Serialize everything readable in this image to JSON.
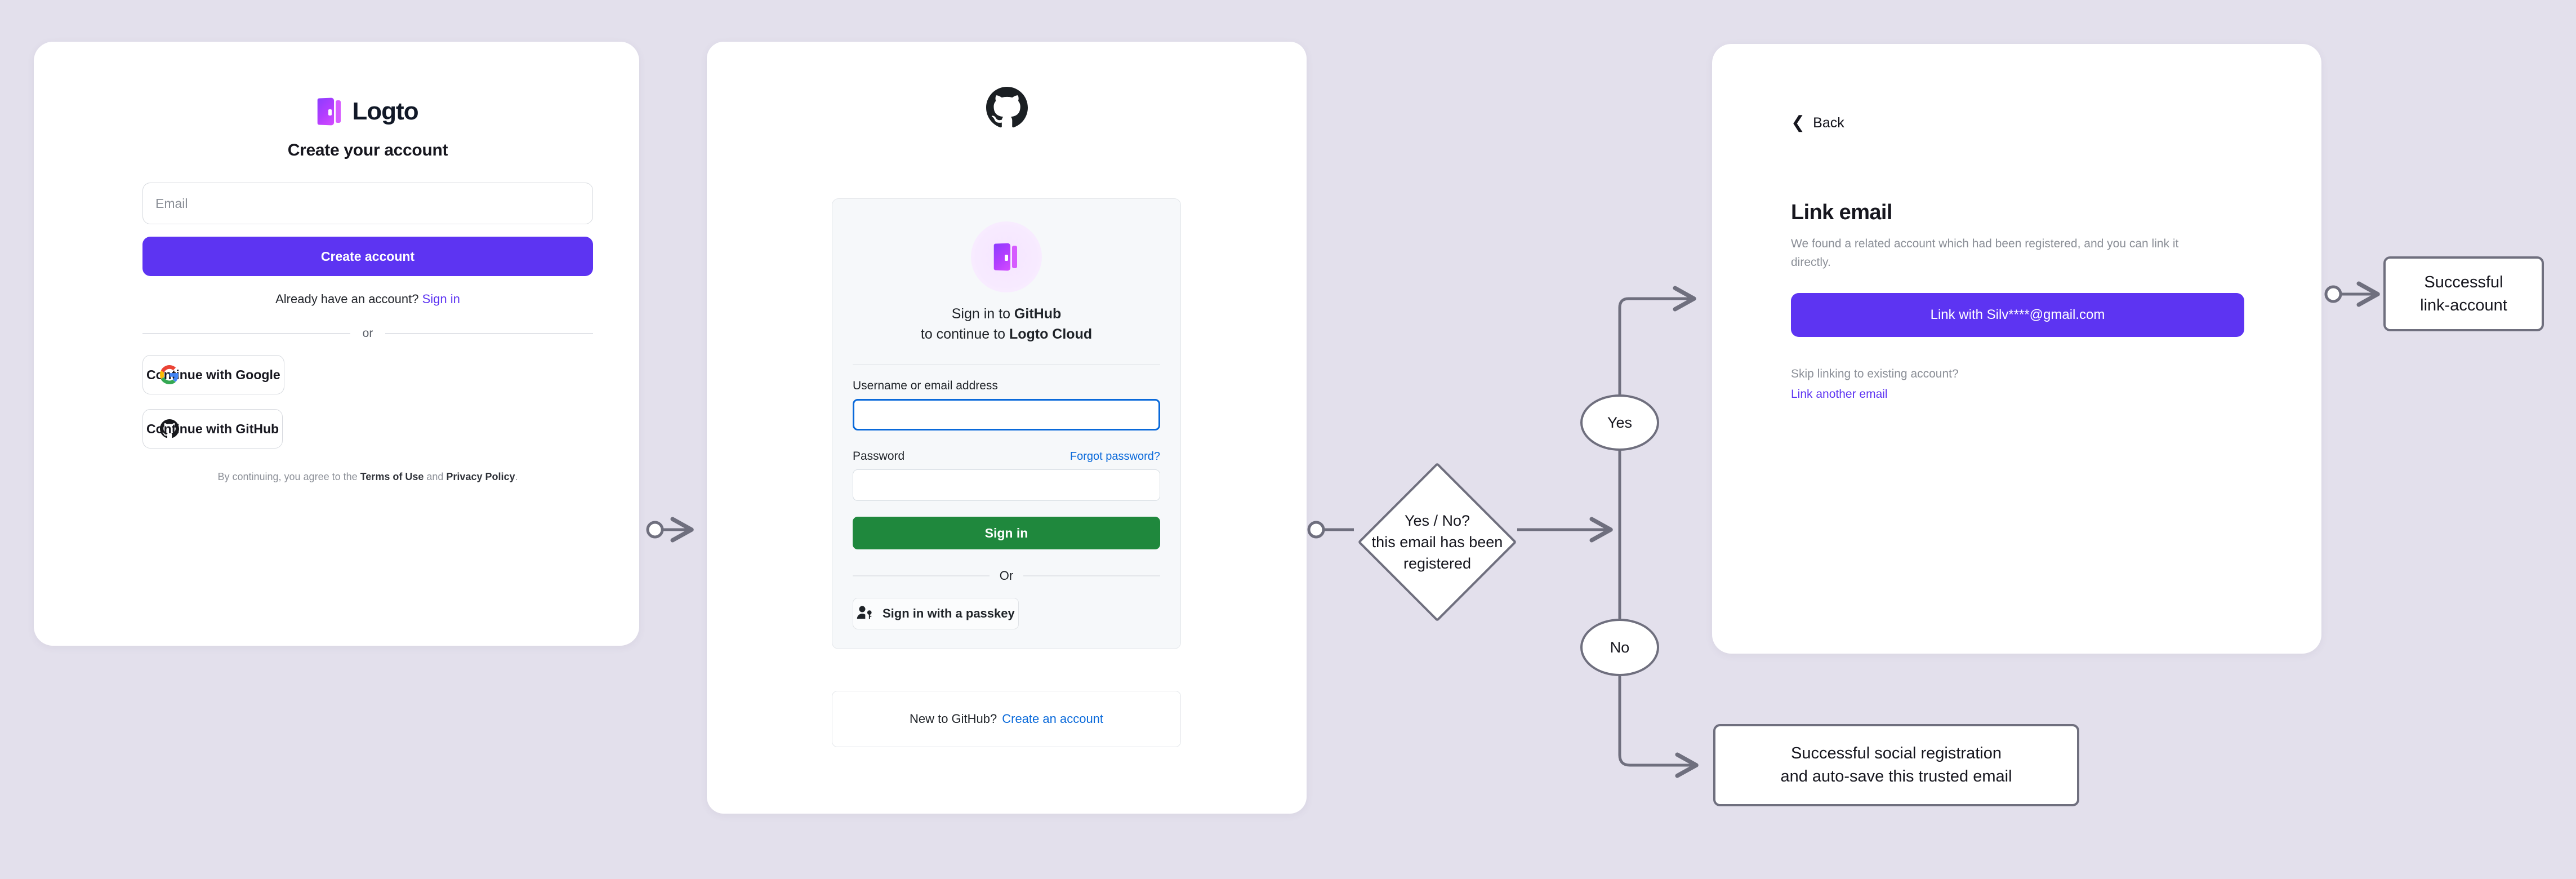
{
  "theme": {
    "background": "#e3e0ec",
    "accent_purple": "#5d34f2",
    "github_green": "#1f883d",
    "github_blue": "#0969da",
    "flow_stroke": "#6f6f7e"
  },
  "signup_card": {
    "brand_name": "Logto",
    "title": "Create your account",
    "email_placeholder": "Email",
    "email_value": "",
    "create_button": "Create account",
    "already_text": "Already have an account?",
    "sign_in_link": "Sign in",
    "divider": "or",
    "google_button": "Continue with Google",
    "github_button": "Continue with GitHub",
    "terms_prefix": "By continuing, you agree to the",
    "terms_link": "Terms of Use",
    "terms_conjunction": "and",
    "privacy_link": "Privacy Policy",
    "terms_suffix": "."
  },
  "github_card": {
    "heading_line1_prefix": "Sign in to ",
    "heading_line1_strong": "GitHub",
    "heading_line2_prefix": "to continue to ",
    "heading_line2_strong": "Logto Cloud",
    "username_label": "Username or email address",
    "username_value": "",
    "password_label": "Password",
    "password_value": "",
    "forgot_password": "Forgot password?",
    "sign_in_button": "Sign in",
    "divider": "Or",
    "passkey_button": "Sign in with a passkey",
    "new_to_github": "New to GitHub?",
    "create_account_link": "Create an account"
  },
  "link_card": {
    "back_label": "Back",
    "title": "Link email",
    "description": "We found a related account which had been registered, and you can link it directly.",
    "link_button": "Link with Silv****@gmail.com",
    "skip_text": "Skip linking to existing account?",
    "another_email_link": "Link another email"
  },
  "flow": {
    "decision": "Yes / No?\nthis email has been\nregistered",
    "yes_label": "Yes",
    "no_label": "No",
    "outcome_link": "Successful\nlink-account",
    "outcome_register": "Successful social registration\nand auto-save this trusted email"
  }
}
